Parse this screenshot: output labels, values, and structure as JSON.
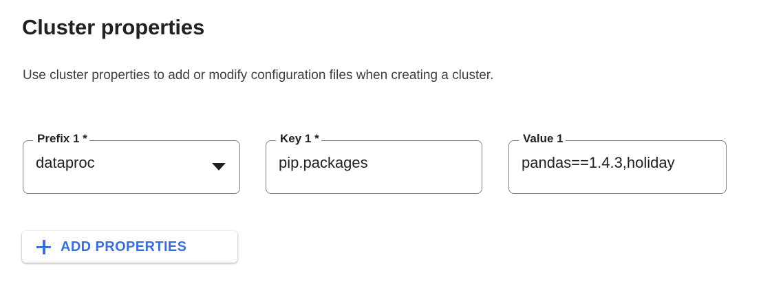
{
  "section": {
    "title": "Cluster properties",
    "description": "Use cluster properties to add or modify configuration files when creating a cluster."
  },
  "fields": [
    {
      "name": "prefix-1",
      "label": "Prefix 1 *",
      "value": "dataproc",
      "control": "select",
      "icon": "chevron-down-icon",
      "required": true
    },
    {
      "name": "key-1",
      "label": "Key 1 *",
      "value": "pip.packages",
      "control": "text",
      "required": true
    },
    {
      "name": "value-1",
      "label": "Value 1",
      "value": "pandas==1.4.3,holiday",
      "control": "text",
      "required": false
    }
  ],
  "add_button": {
    "label": "ADD PROPERTIES",
    "icon": "plus-icon"
  },
  "colors": {
    "accent": "#3b6fd4",
    "text": "#202124",
    "subtext": "#3c4043",
    "field_border": "#7b7f83",
    "background": "#ffffff"
  }
}
